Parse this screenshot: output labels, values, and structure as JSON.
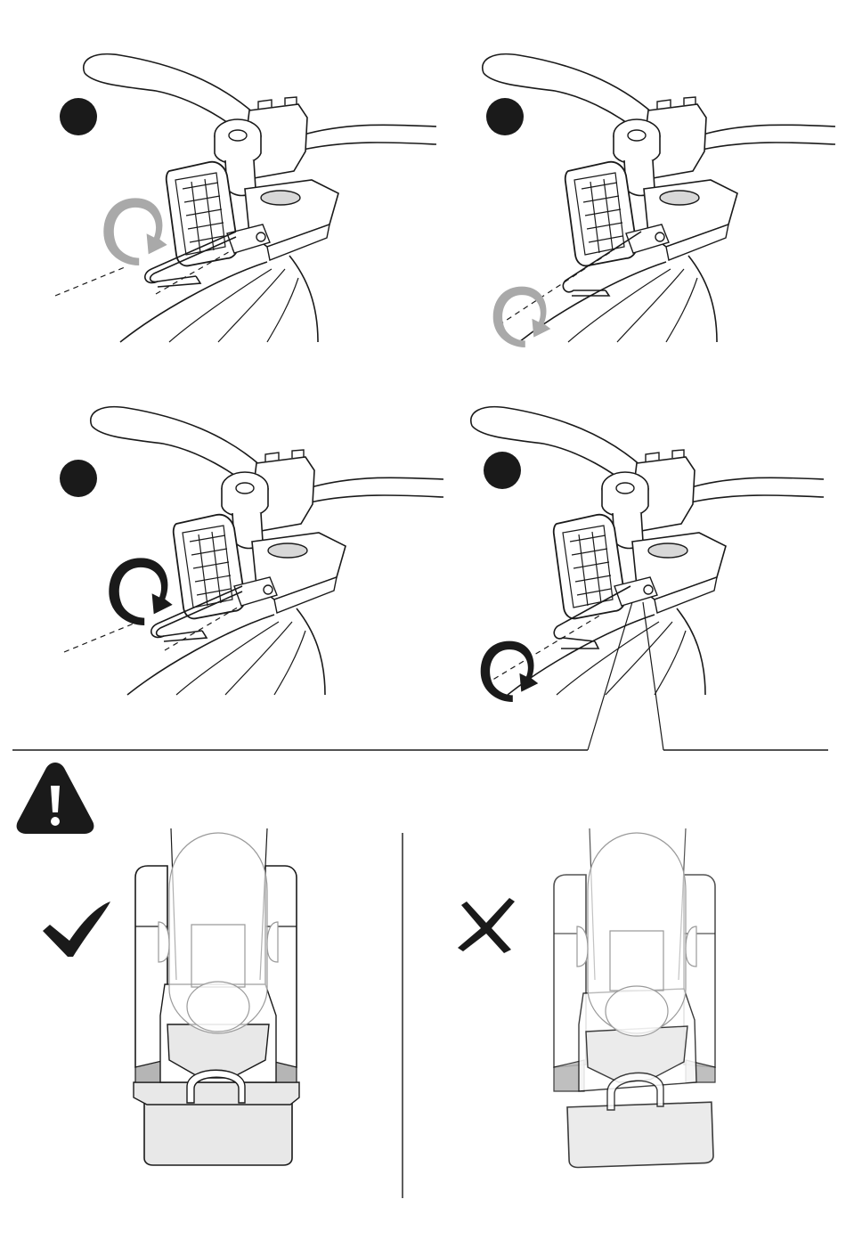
{
  "colors": {
    "ink": "#1a1a1a",
    "rotation_arrow_gray": "#a9a9a9",
    "rotation_arrow_dark": "#1a1a1a",
    "mount_fill_light": "#e8e8e8",
    "mount_fill_dark": "#b5b5b5",
    "warning_fill": "#1a1a1a"
  },
  "steps": [
    {
      "id": "step-1",
      "arrow_tone": "gray",
      "arrow_side": "left"
    },
    {
      "id": "step-2",
      "arrow_tone": "gray",
      "arrow_side": "right"
    },
    {
      "id": "step-3",
      "arrow_tone": "dark",
      "arrow_side": "left"
    },
    {
      "id": "step-4",
      "arrow_tone": "dark",
      "arrow_side": "right"
    }
  ],
  "warning": {
    "icon": "warning-triangle-icon",
    "correct_icon": "checkmark-icon",
    "incorrect_icon": "cross-icon"
  }
}
